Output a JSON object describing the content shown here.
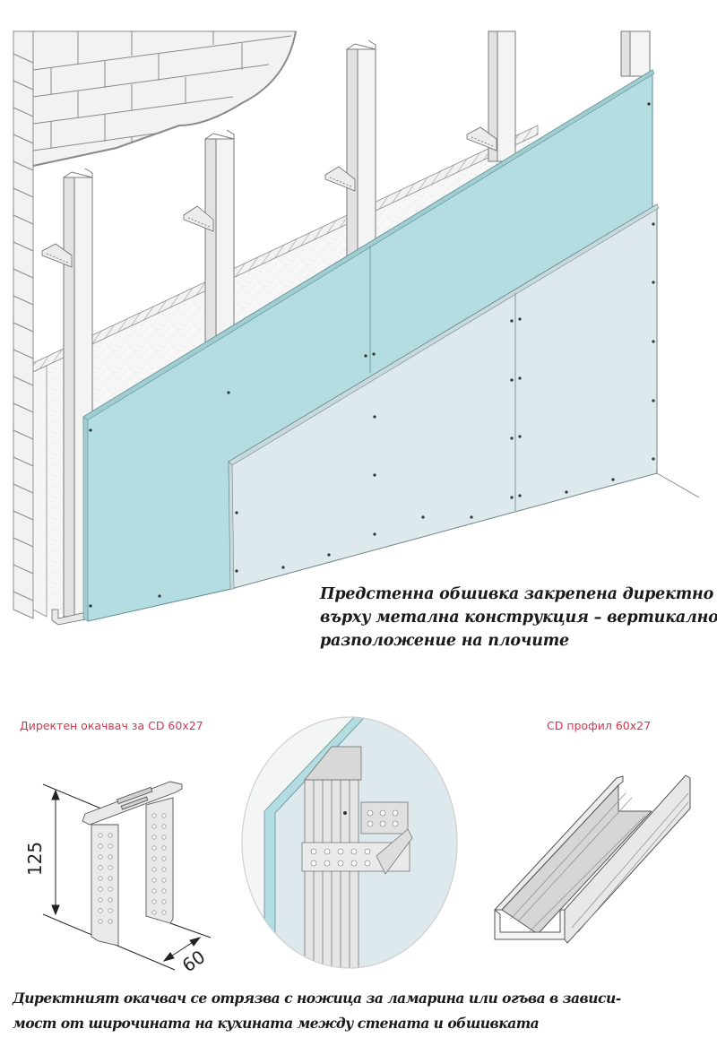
{
  "main_illustration": {
    "title_lines": [
      "Предстенна обшивка закрепена директно",
      "върху метална конструкция – вертикално",
      "разположение на плочите"
    ],
    "elements": [
      "brick-wall",
      "insulation-layer",
      "cd-profiles",
      "direct-hangers",
      "ud-floor-track",
      "gypsum-board-green",
      "gypsum-board-standard",
      "screws"
    ],
    "colors": {
      "green_board": "#b3dde0",
      "standard_board": "#dde9ec",
      "wall": "#f0f0f0",
      "lines": "#6b6b6b"
    }
  },
  "details": {
    "hanger": {
      "label": "Директен окачвач за CD 60x27",
      "dim_height": "125",
      "dim_width": "60"
    },
    "circle_detail": {
      "description": "close-up of hanger attached to CD profile behind board"
    },
    "profile": {
      "label": "CD профил 60x27"
    }
  },
  "caption_bottom": {
    "lines": [
      "Директният окачвач се отрязва с ножица за ламарина или огъва в зависи-",
      "мост от широчината на кухината между стената и обшивката"
    ]
  },
  "colors": {
    "label_red": "#d6334e",
    "caption_text": "#1a1a1a"
  }
}
